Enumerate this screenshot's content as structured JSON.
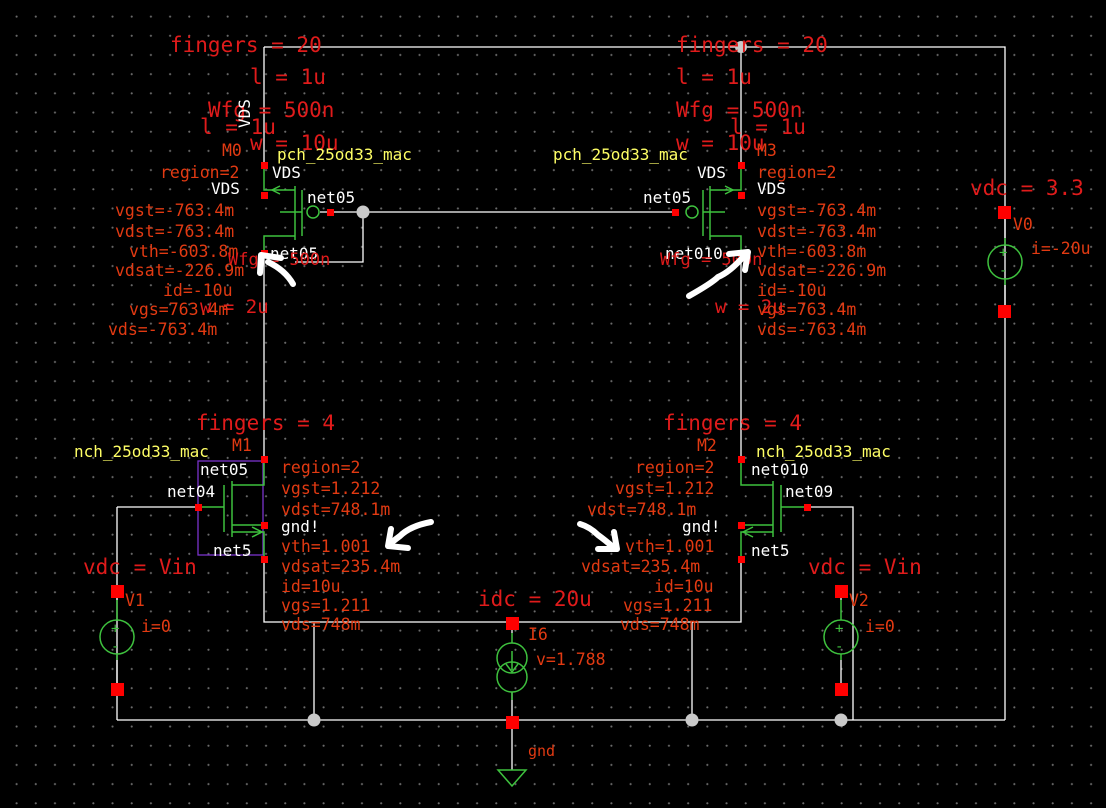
{
  "m0": {
    "fingers": "fingers = 20",
    "l": "l = 1u",
    "wfg": "Wfg = 500n",
    "vds_rot": "VDS",
    "l2": "l = 1u",
    "w2": "w = 10u",
    "inst": "M0",
    "model": "pch_25od33_mac",
    "region": "region=2",
    "vds_pin": "VDS",
    "vgst": "vgst=-763.4m",
    "vdst": "vdst=-763.4m",
    "vth": "vth=-603.8m",
    "vdsat": "vdsat=-226.9m",
    "id": "id=-10u",
    "vgs": "vgs=763.4m",
    "vds": "vds=-763.4m",
    "wfg_low": "Wfg = 500n",
    "w_low": "w = 2u",
    "net_gate": "net05",
    "net_src": "VDS",
    "net_drain": "net05"
  },
  "m3": {
    "fingers": "fingers = 20",
    "l": "l = 1u",
    "wfg": "Wfg = 500n",
    "l2": "l = 1u",
    "w2": "w = 10u",
    "inst": "M3",
    "model": "pch_25od33_mac",
    "region": "region=2",
    "vds_pin": "VDS",
    "vds_pin2": "VDS",
    "vgst": "vgst=-763.4m",
    "vdst": "vdst=-763.4m",
    "vth": "vth=-603.8m",
    "vdsat": "vdsat=-226.9m",
    "id": "id=-10u",
    "vgs": "vgs=763.4m",
    "vds": "vds=-763.4m",
    "wfg_low": "Wfg = 500n",
    "w_low": "w = 2u",
    "net_gate": "net05",
    "net_drain": "net010"
  },
  "m1": {
    "fingers": "fingers = 4",
    "inst": "M1",
    "model": "nch_25od33_mac",
    "region": "region=2",
    "vgst": "vgst=1.212",
    "vdst": "vdst=748.1m",
    "vth": "vth=1.001",
    "vdsat": "vdsat=235.4m",
    "id": "id=10u",
    "vgs": "vgs=1.211",
    "vds": "vds=748m",
    "net_drain": "net05",
    "net_gate": "net04",
    "net_bulk": "gnd!",
    "net_src": "net5"
  },
  "m2": {
    "fingers": "fingers = 4",
    "inst": "M2",
    "model": "nch_25od33_mac",
    "region": "region=2",
    "vgst": "vgst=1.212",
    "vdst": "vdst=748.1m",
    "vth": "vth=1.001",
    "vdsat": "vdsat=235.4m",
    "id": "id=10u",
    "vgs": "vgs=1.211",
    "vds": "vds=748m",
    "net_drain": "net010",
    "net_gate": "net09",
    "net_bulk": "gnd!",
    "net_src": "net5"
  },
  "v0": {
    "param": "vdc = 3.3",
    "inst": "V0",
    "current": "i=-20u"
  },
  "v1": {
    "param": "vdc = Vin",
    "inst": "V1",
    "current": "i=0"
  },
  "v2": {
    "param": "vdc = Vin",
    "inst": "V2",
    "current": "i=0"
  },
  "i6": {
    "param": "idc = 20u",
    "inst": "I6",
    "voltage": "v=1.788"
  },
  "ground": {
    "label": "gnd"
  },
  "colors": {
    "background": "#000000",
    "wire": "#ffffff",
    "symbol": "#3ec13e",
    "pin": "#ff0000",
    "param_text": "#e01b1b",
    "model_text": "#ffff66"
  }
}
